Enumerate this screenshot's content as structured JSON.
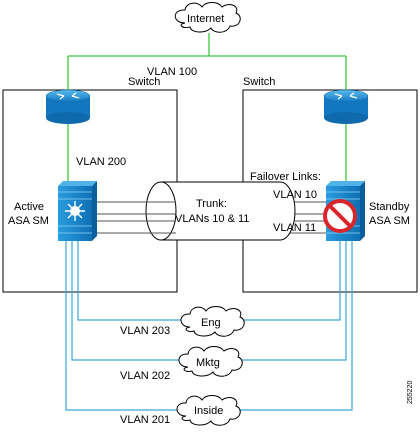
{
  "clouds": {
    "internet": "Internet",
    "eng": "Eng",
    "mktg": "Mktg",
    "inside": "Inside"
  },
  "switches": {
    "left": "Switch",
    "right": "Switch"
  },
  "labels": {
    "vlan100": "VLAN 100",
    "vlan200": "VLAN 200",
    "active_line1": "Active",
    "active_line2": "ASA SM",
    "standby_line1": "Standby",
    "standby_line2": "ASA SM",
    "failover": "Failover Links:",
    "vlan10": "VLAN 10",
    "vlan11": "VLAN 11",
    "trunk_line1": "Trunk:",
    "trunk_line2": "VLANs 10 & 11",
    "vlan203": "VLAN 203",
    "vlan202": "VLAN 202",
    "vlan201": "VLAN 201",
    "figure_id": "255220"
  },
  "colors": {
    "internet_link": "#3cc83c",
    "inside_link": "#3aa8d8",
    "device_blue": "#1a8fd0",
    "standby_red": "#d9262b"
  }
}
